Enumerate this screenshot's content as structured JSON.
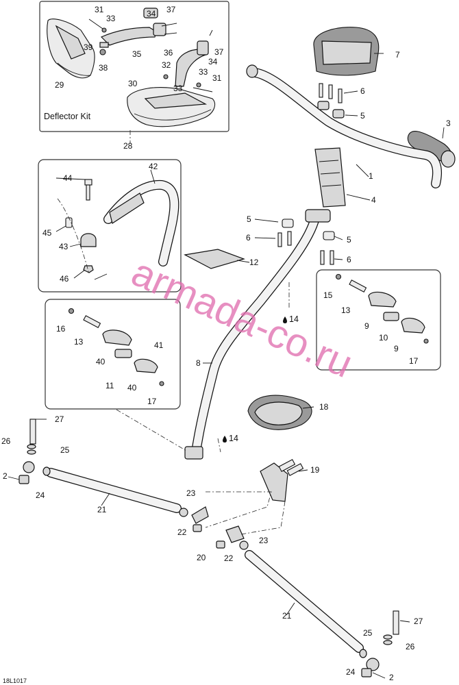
{
  "diagram": {
    "kit_label": "Deflector Kit",
    "code": "18L1017",
    "watermark": "armada-co.ru",
    "callouts": {
      "c31a": "31",
      "c33a": "33",
      "c34a": "34",
      "c37a": "37",
      "c39": "39",
      "c38": "38",
      "c35": "35",
      "c29": "29",
      "c36": "36",
      "c32": "32",
      "c37b": "37",
      "c34b": "34",
      "c33b": "33",
      "c33c": "33",
      "c31b": "31",
      "c30": "30",
      "c28": "28",
      "c7": "7",
      "c6a": "6",
      "c5a": "5",
      "c3": "3",
      "c1": "1",
      "c4": "4",
      "c44": "44",
      "c42": "42",
      "c45": "45",
      "c43": "43",
      "c46": "46",
      "c5b": "5",
      "c6b": "6",
      "c5c": "5",
      "c6c": "6",
      "c12": "12",
      "c15": "15",
      "c13a": "13",
      "c9a": "9",
      "c10": "10",
      "c9b": "9",
      "c17a": "17",
      "c14a": "14",
      "c16": "16",
      "c13b": "13",
      "c41": "41",
      "c40a": "40",
      "c11": "11",
      "c40b": "40",
      "c17b": "17",
      "c8": "8",
      "c18": "18",
      "c14b": "14",
      "c27a": "27",
      "c26a": "26",
      "c25a": "25",
      "c2a": "2",
      "c24a": "24",
      "c21a": "21",
      "c23a": "23",
      "c22a": "22",
      "c19": "19",
      "c20": "20",
      "c22b": "22",
      "c23b": "23",
      "c21b": "21",
      "c27b": "27",
      "c25b": "25",
      "c26b": "26",
      "c24b": "24",
      "c2b": "2"
    }
  }
}
